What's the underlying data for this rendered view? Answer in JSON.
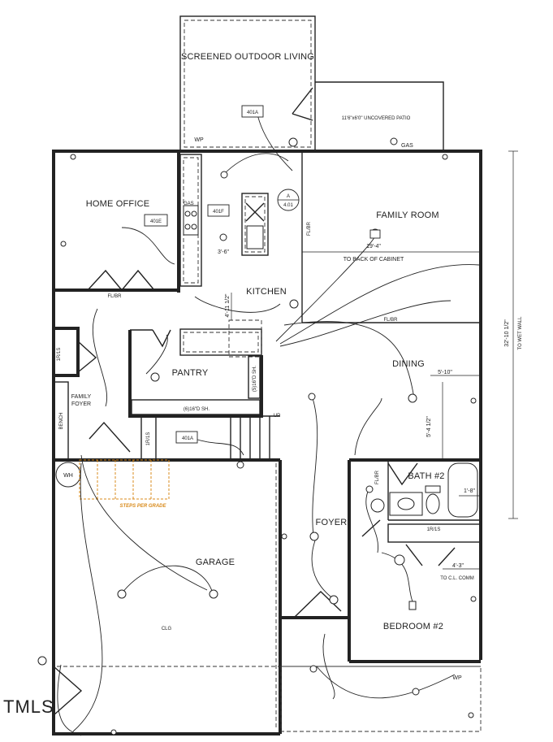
{
  "rooms": {
    "screened_outdoor": "SCREENED OUTDOOR LIVING",
    "patio": "11'6\"x6'0\" UNCOVERED PATIO",
    "home_office": "HOME OFFICE",
    "family_room": "FAMILY ROOM",
    "kitchen": "KITCHEN",
    "pantry": "PANTRY",
    "dining": "DINING",
    "family_foyer": "FAMILY\nFOYER",
    "garage": "GARAGE",
    "foyer": "FOYER",
    "bath2": "BATH #2",
    "bedroom2": "BEDROOM #2"
  },
  "labels": {
    "wp_top": "WP",
    "wp_bottom": "WP",
    "gas_patio": "GAS",
    "gas_kitchen": "GAS",
    "tag_401a_top": "401A",
    "tag_401a_bottom": "401A",
    "tag_401e": "401E",
    "tag_401f": "401F",
    "tag_a": "A",
    "tag_401": "4.01",
    "fl_br_family": "FL/BR",
    "fl_br_office": "FL/BR",
    "fl_br_mid": "FL/BR",
    "fl_br_bath": "FL/BR",
    "back_of_cabinet": "TO BACK OF CABINET",
    "dim_19_4": "19'-4\"",
    "dim_3_6": "3'-6\"",
    "dim_4_11": "4'-11 1/2\"",
    "dim_5_10": "5'-10\"",
    "dim_5_4": "5'-4 1/2\"",
    "dim_1_8": "1'-8\"",
    "dim_4_3": "4'-3\"",
    "dim_32_10": "32'-10 1/2\"",
    "to_wet_wall": "TO WET WALL",
    "to_cl_comm": "TO C.L. COMM",
    "shelf_6": "(6)16\"D SH.",
    "shelf_5": "(5)16\"D SH.",
    "bench": "BENCH",
    "up": "UP",
    "wh": "WH",
    "clg": "CLG",
    "steps_per_grade": "STEPS PER GRADE",
    "rs_1": "1R/1S",
    "rs_2": "1R/1S",
    "rs_3": "1R/1S",
    "watermark": "TMLS"
  }
}
